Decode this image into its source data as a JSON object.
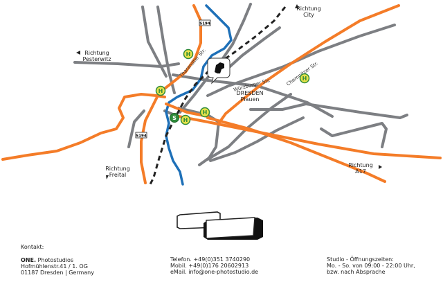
{
  "map": {
    "directions": {
      "city": [
        "Richtung",
        "City"
      ],
      "pesterwitz": [
        "Richtung",
        "Pesterwitz"
      ],
      "freital": [
        "Richtung",
        "Freital"
      ],
      "a17": [
        "Richtung",
        "A17"
      ]
    },
    "district": [
      "DRESDEN",
      "Plauen"
    ],
    "streets": {
      "tharandter": "Tharandter Str.",
      "wuerzburger": "Würzburger Str.",
      "chemnitzer": "Chemnitzer Str."
    },
    "road_shields": [
      "S194",
      "S194"
    ],
    "stop_labels": {
      "bus": "H",
      "sbahn": "S"
    },
    "colors": {
      "main_road": "#f47c28",
      "secondary_road": "#7d7f83",
      "river": "#1e70b8",
      "railway": "#222222",
      "bus_stop_fill": "#e8e24a",
      "bus_stop_ring": "#2e8b3a",
      "sbahn_fill": "#2e8b3a"
    },
    "icons": [
      "photographer-marker-icon"
    ]
  },
  "contact": {
    "heading": "Kontakt:",
    "company_bold": "ONE.",
    "company_rest": " Photostudios",
    "street": "Hofmühlenstr.41 / 1. OG",
    "city": "01187 Dresden  |  Germany",
    "phone": "Telefon. +49(0)351 3740290",
    "mobile": "Mobil. +49(0)176 20602913",
    "email": "eMail. info@one-photostudio.de",
    "hours_title": "Studio - Öffnungszeiten:",
    "hours_line1": "Mo. - So. von 09:00 - 22:00 Uhr,",
    "hours_line2": "bzw. nach Absprache"
  }
}
